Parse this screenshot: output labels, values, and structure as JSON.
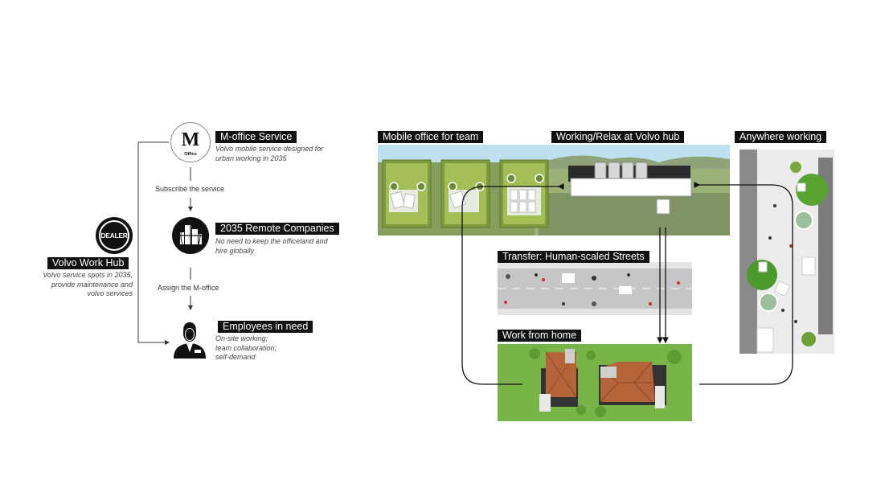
{
  "left": {
    "hub": {
      "icon_label": "DEALER",
      "title": "Volvo Work Hub",
      "desc_lines": [
        "Volvo service spots in 2035,",
        "provide maintenance and",
        "volvo services"
      ]
    },
    "moffice": {
      "icon_letter": "M",
      "icon_sub": "Office",
      "title": "M-office Service",
      "desc_lines": [
        "Volvo mobile service designed for",
        "urban working in 2035"
      ]
    },
    "subscribe_label": "Subscribe the service",
    "remote": {
      "title": "2035 Remote Companies",
      "desc_lines": [
        "No need to keep the officeland and",
        "hire globally"
      ]
    },
    "assign_label": "Assign the M-office",
    "employees": {
      "title": "Employees in need",
      "desc_lines": [
        "On-site working;",
        "team collaboration;",
        "self-demand"
      ]
    }
  },
  "right": {
    "mobile_office": "Mobile office for team",
    "working_relax": "Working/Relax at Volvo hub",
    "anywhere": "Anywhere working",
    "transfer": "Transfer: Human-scaled Streets",
    "home": "Work from home"
  },
  "colors": {
    "label_bg": "#111111",
    "grass_dark": "#7e9a52",
    "grass_light": "#a9c25e",
    "home_grass": "#73b347",
    "road": "#c6c6c8",
    "roof": "#b5643a"
  }
}
